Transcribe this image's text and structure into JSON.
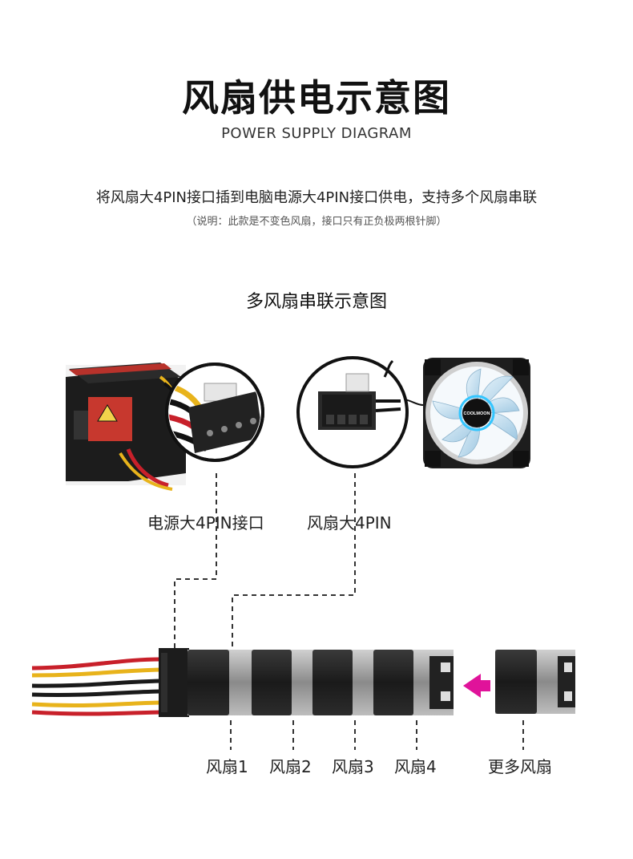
{
  "header": {
    "title": "风扇供电示意图",
    "subtitle": "POWER SUPPLY DIAGRAM"
  },
  "description": {
    "main": "将风扇大4PIN接口插到电脑电源大4PIN接口供电，支持多个风扇串联",
    "note": "（说明：此款是不变色风扇，接口只有正负极两根针脚）"
  },
  "diagram": {
    "title": "多风扇串联示意图",
    "psu_label": "电源大4PIN接口",
    "fan_4pin_label": "风扇大4PIN",
    "fan_brand_text": "COOLMOON",
    "fan_labels": [
      "风扇1",
      "风扇2",
      "风扇3",
      "风扇4"
    ],
    "more_fans_label": "更多风扇",
    "arrow_color": "#e0139a"
  }
}
